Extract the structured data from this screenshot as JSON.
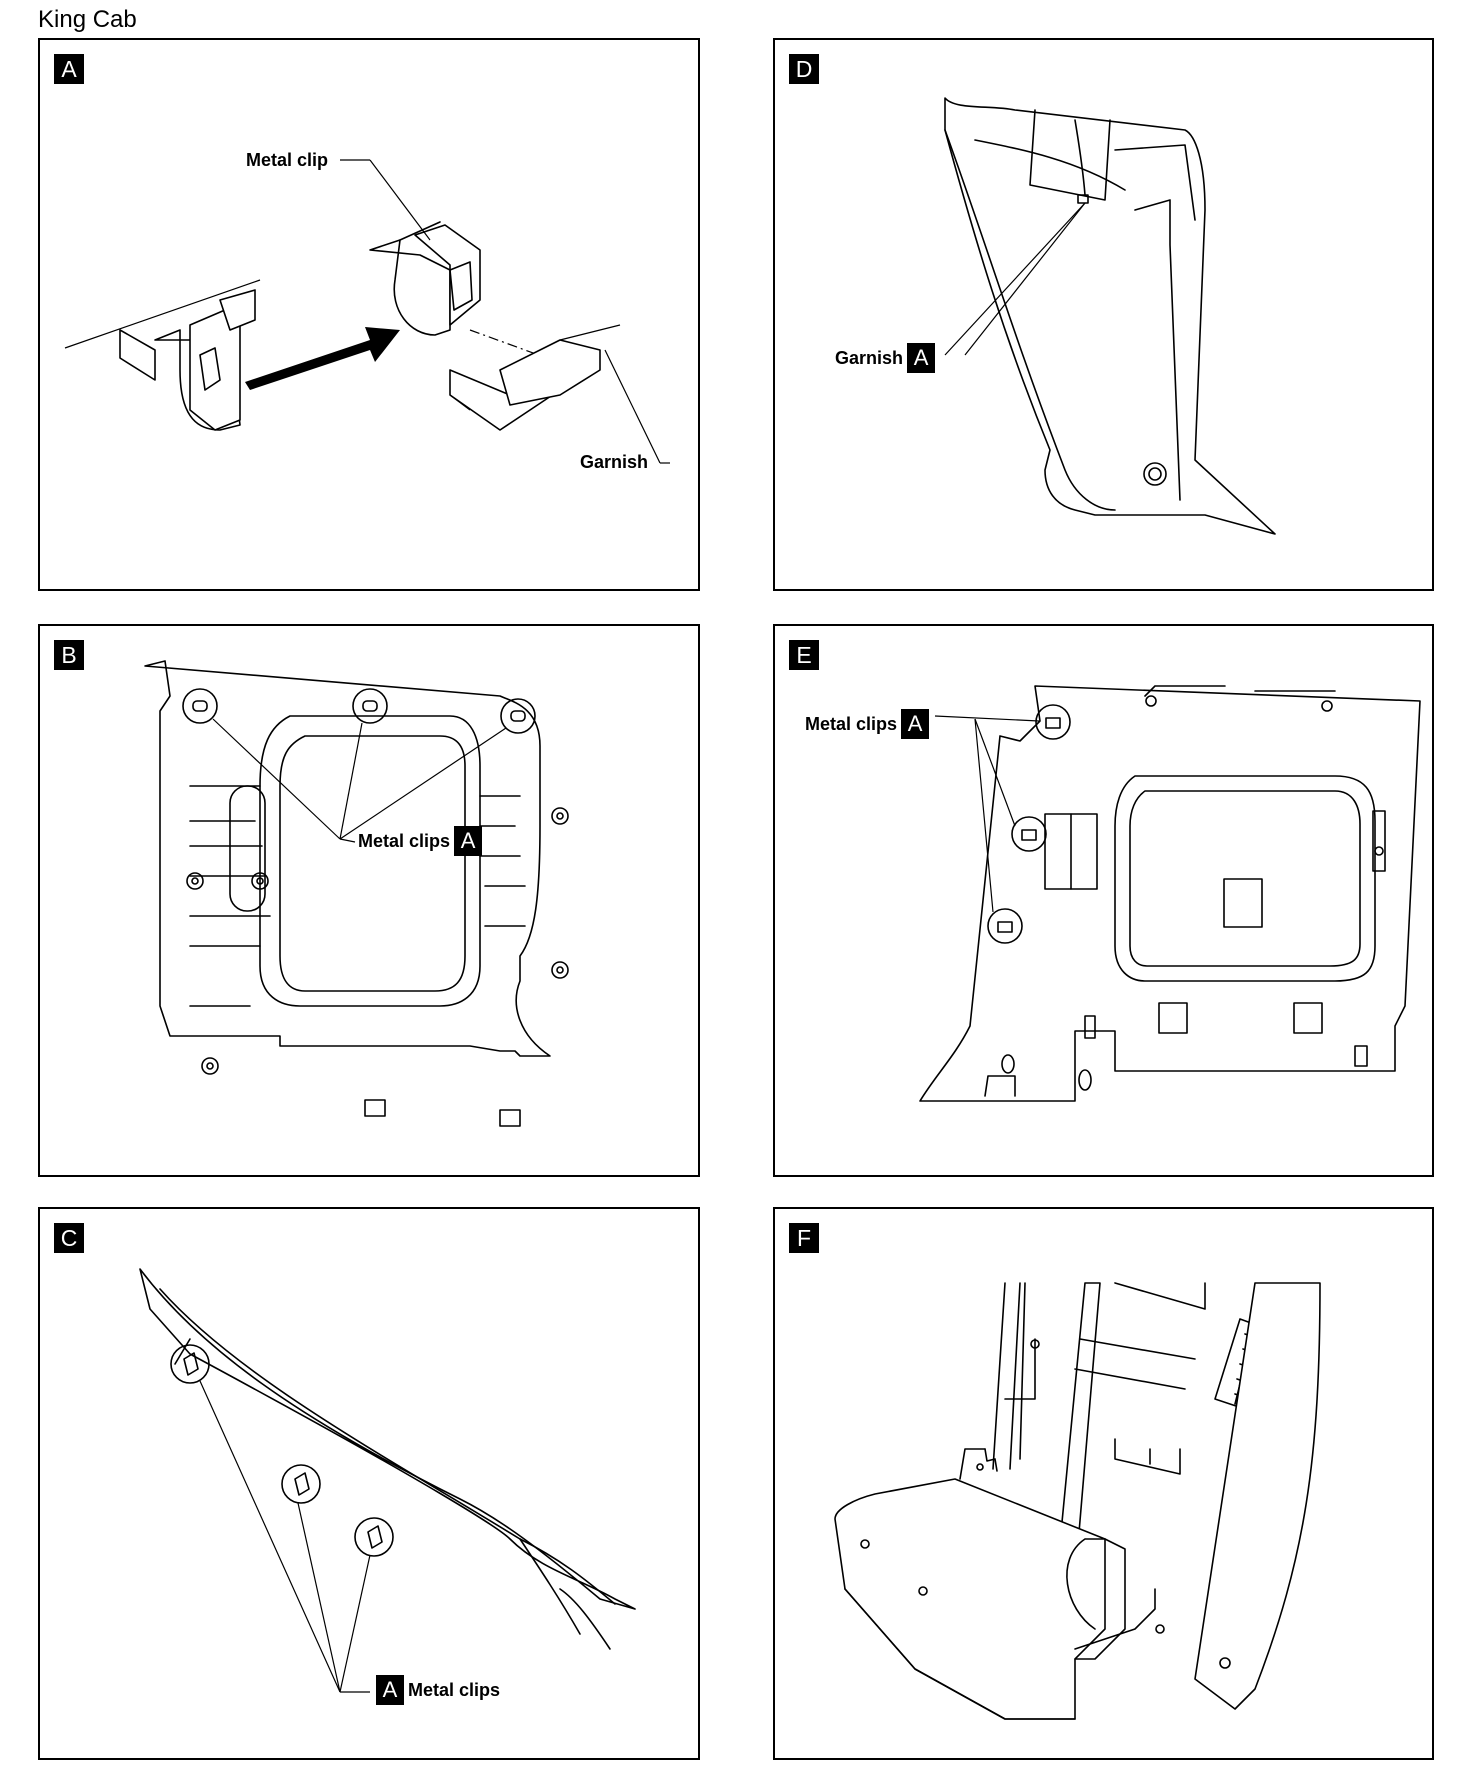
{
  "title": "King Cab",
  "panels": {
    "a": {
      "badge": "A",
      "labels": {
        "metal_clip": "Metal clip",
        "garnish": "Garnish"
      }
    },
    "b": {
      "badge": "B",
      "labels": {
        "metal_clips": "Metal clips",
        "tag": "A"
      }
    },
    "c": {
      "badge": "C",
      "labels": {
        "metal_clips": "Metal clips",
        "tag": "A"
      }
    },
    "d": {
      "badge": "D",
      "labels": {
        "garnish": "Garnish",
        "tag": "A"
      }
    },
    "e": {
      "badge": "E",
      "labels": {
        "metal_clips": "Metal clips",
        "tag": "A"
      }
    },
    "f": {
      "badge": "F"
    }
  }
}
